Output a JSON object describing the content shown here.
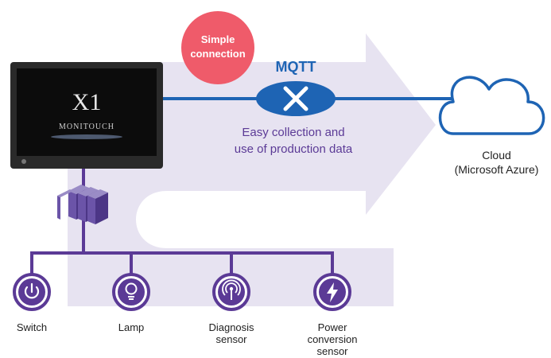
{
  "badge": {
    "line1": "Simple",
    "line2": "connection"
  },
  "protocol": "MQTT",
  "flow_text": {
    "line1": "Easy collection and",
    "line2": "use of production data"
  },
  "hmi": {
    "model": "X1",
    "brand": "MONITOUCH"
  },
  "cloud": {
    "line1": "Cloud",
    "line2": "(Microsoft Azure)"
  },
  "devices": [
    {
      "label": "Switch",
      "icon": "power-icon"
    },
    {
      "label": "Lamp",
      "icon": "bulb-icon"
    },
    {
      "label": "Diagnosis\nsensor",
      "icon": "signal-icon"
    },
    {
      "label": "Power\nconversion\nsensor",
      "icon": "bolt-icon"
    }
  ],
  "colors": {
    "line": "#1e64b4",
    "node": "#5b3a96",
    "badge": "#ef5b6a",
    "arrow": "#e7e3f1",
    "flow_text": "#5b3a96",
    "protocol_text": "#1e64b4",
    "hmi_body": "#222222"
  }
}
